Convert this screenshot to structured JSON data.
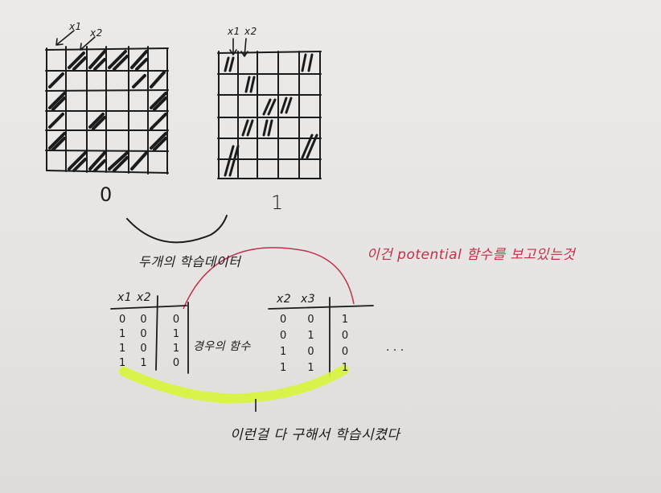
{
  "left_grid": {
    "header_labels": [
      "x1",
      "x2"
    ],
    "caption": "0"
  },
  "right_grid": {
    "header_labels": [
      "x1",
      "x2"
    ],
    "caption": "1"
  },
  "training_data_label": "두개의 학습데이터",
  "potential_note": "이건 potential 함수를 보고있는것",
  "table_left": {
    "headers": [
      "x1",
      "x2"
    ],
    "rows": [
      [
        "0",
        "0",
        "0"
      ],
      [
        "1",
        "0",
        "1"
      ],
      [
        "1",
        "0",
        "1"
      ],
      [
        "1",
        "1",
        "0"
      ]
    ],
    "side_note": "경우의 함수"
  },
  "table_right": {
    "headers": [
      "x2",
      "x3"
    ],
    "rows": [
      [
        "0",
        "0",
        "1"
      ],
      [
        "0",
        "1",
        "0"
      ],
      [
        "1",
        "0",
        "0"
      ],
      [
        "1",
        "1",
        "1"
      ]
    ]
  },
  "ellipsis": "· · ·",
  "bottom_note": "이런걸 다 구해서 학습시켰다",
  "colors": {
    "ink": "#1b1b1b",
    "red_pen": "#c2304a",
    "highlighter": "#d8f53a",
    "paper": "#e8e6e4"
  }
}
